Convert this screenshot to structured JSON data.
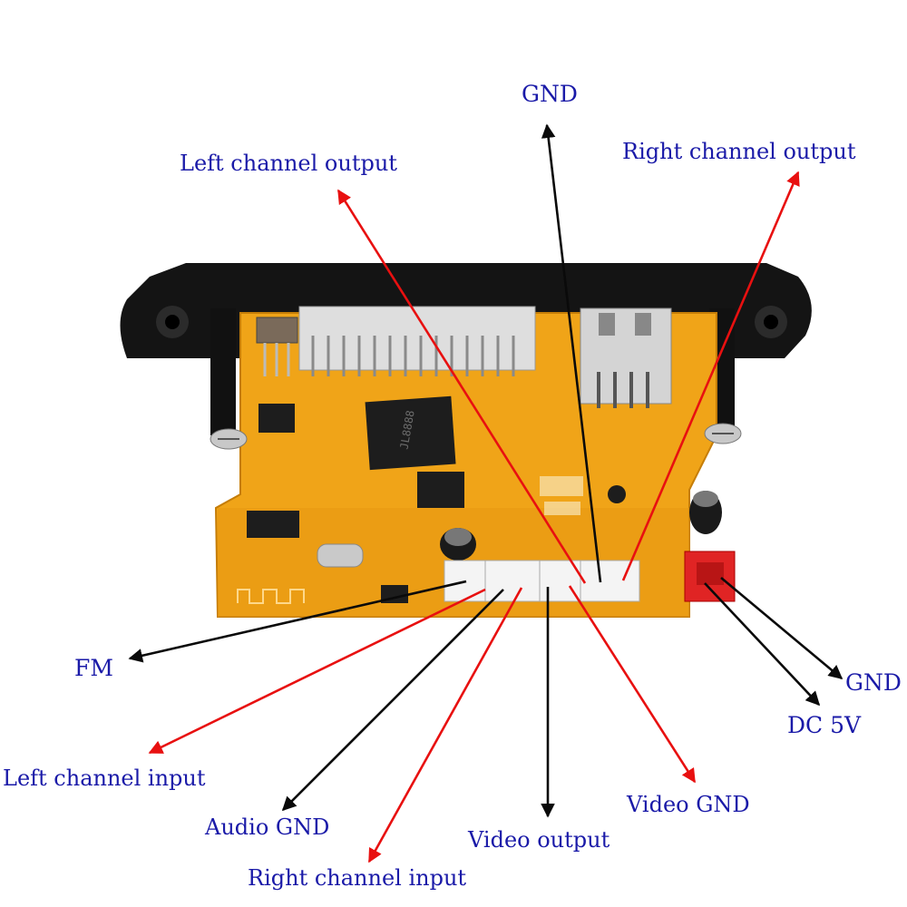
{
  "colors": {
    "label_text": "#1a1aa8",
    "arrow_red": "#e81010",
    "arrow_black": "#0a0a0a",
    "pcb": "#f0a418",
    "bezel": "#141414",
    "background": "#ffffff"
  },
  "labels": {
    "gnd_top": "GND",
    "left_channel_output": "Left channel output",
    "right_channel_output": "Right channel output",
    "fm": "FM",
    "left_channel_input": "Left channel input",
    "audio_gnd": "Audio GND",
    "right_channel_input": "Right channel input",
    "video_output": "Video output",
    "video_gnd": "Video GND",
    "gnd_power": "GND",
    "dc_5v": "DC 5V"
  },
  "chip_markings": {
    "main_chip": "JL8888"
  }
}
